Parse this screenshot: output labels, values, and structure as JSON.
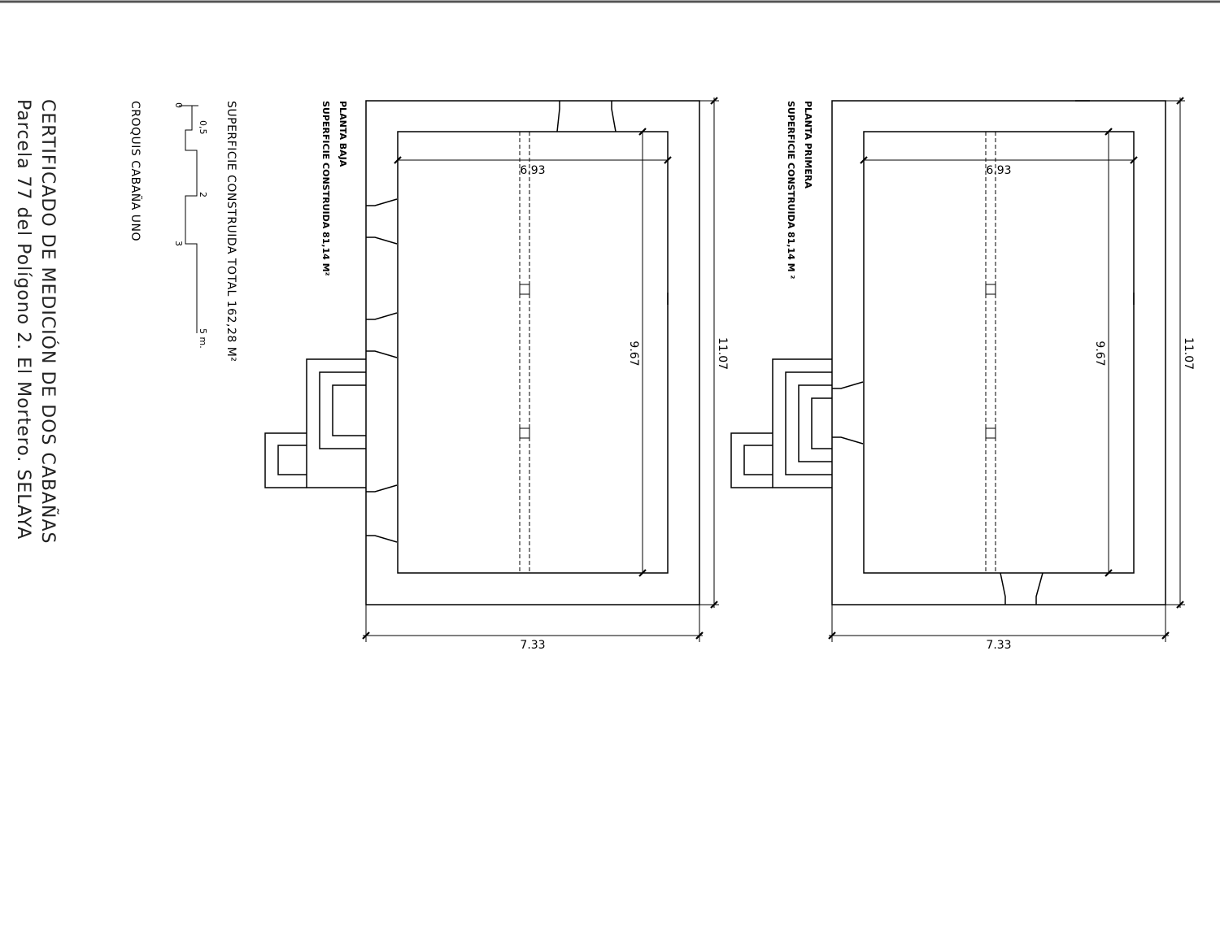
{
  "title": {
    "line1": "CERTIFICADO DE MEDICIÓN DE DOS CABAÑAS",
    "line2": "Parcela 77 del Polígono 2. El Mortero. SELAYA"
  },
  "sketch_label": "CROQUIS CABAÑA UNO",
  "total_area": "SUPERFICIE CONSTRUIDA TOTAL  162,28 M²",
  "scale": {
    "labels": [
      "0",
      "0,5",
      "2",
      "3",
      "5 m."
    ]
  },
  "plans": [
    {
      "name": "PLANTA BAJA",
      "area": "SUPERFICIE CONSTRUIDA 81,14 M²",
      "dim_inner_width": "6.93",
      "dim_inner_length": "9.67",
      "dim_outer_width": "7.33",
      "dim_outer_length": "11.07"
    },
    {
      "name": "PLANTA PRIMERA",
      "area": "SUPERFICIE CONSTRUIDA 81,14 M ²",
      "dim_inner_width": "6.93",
      "dim_inner_length": "9.67",
      "dim_outer_width": "7.33",
      "dim_outer_length": "11.07"
    }
  ]
}
